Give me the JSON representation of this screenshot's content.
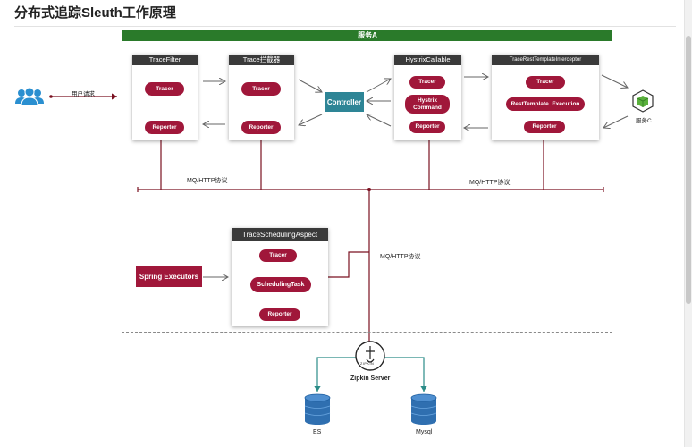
{
  "page": {
    "title": "分布式追踪Sleuth工作原理"
  },
  "service_a": {
    "label": "服务A"
  },
  "user": {
    "request_label": "用户请求"
  },
  "cards": {
    "trace_filter": {
      "title": "TraceFilter",
      "tracer": "Tracer",
      "reporter": "Reporter"
    },
    "trace_interceptor": {
      "title": "Trace拦截器",
      "tracer": "Tracer",
      "reporter": "Reporter"
    },
    "hystrix_callable": {
      "title": "HystrixCallable",
      "tracer": "Tracer",
      "command_line1": "Hystrix",
      "command_line2": "Command",
      "reporter": "Reporter"
    },
    "rest_template_interceptor": {
      "title": "TraceRestTemplateInterceptor",
      "tracer": "Tracer",
      "execution": "RestTemplate  Execution",
      "reporter": "Reporter"
    },
    "scheduling_aspect": {
      "title": "TraceSchedulingAspect",
      "tracer": "Tracer",
      "task": "SchedulingTask",
      "reporter": "Reporter"
    }
  },
  "controller": {
    "label": "Controller"
  },
  "service_c": {
    "label": "服务C"
  },
  "spring_executors": {
    "label": "Spring Executors"
  },
  "protocol": {
    "left": "MQ/HTTP协议",
    "right": "MQ/HTTP协议",
    "vertical": "MQ/HTTP协议"
  },
  "zipkin": {
    "label": "Zipkin Server",
    "logo_text": "ZIPKIN"
  },
  "storage": {
    "es": "ES",
    "mysql": "Mysql"
  },
  "colors": {
    "service_header": "#2a7a2a",
    "pill": "#a0173a",
    "line": "#7a1020",
    "controller": "#2e8596",
    "storage": "#2f6fb0",
    "teal_line": "#2b8c88",
    "user_icon": "#2a8fd0",
    "service_c_icon": "#5ab03c"
  }
}
